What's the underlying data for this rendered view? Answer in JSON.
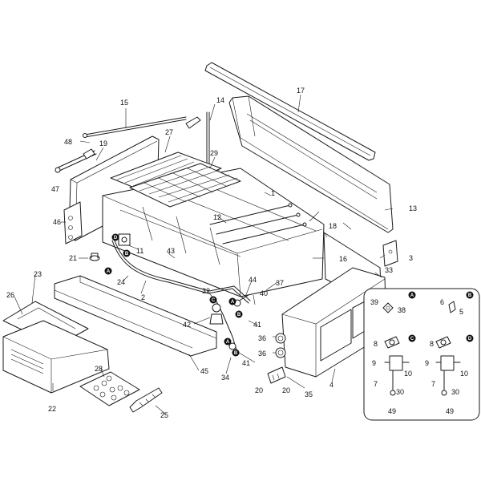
{
  "callouts": [
    {
      "id": "c1",
      "text": "1"
    },
    {
      "id": "c2",
      "text": "2"
    },
    {
      "id": "c3",
      "text": "3"
    },
    {
      "id": "c4",
      "text": "4"
    },
    {
      "id": "c5",
      "text": "5"
    },
    {
      "id": "c6",
      "text": "6"
    },
    {
      "id": "c7",
      "text": "7"
    },
    {
      "id": "c7b",
      "text": "7"
    },
    {
      "id": "c8",
      "text": "8"
    },
    {
      "id": "c8b",
      "text": "8"
    },
    {
      "id": "c9",
      "text": "9"
    },
    {
      "id": "c9b",
      "text": "9"
    },
    {
      "id": "c10",
      "text": "10"
    },
    {
      "id": "c10b",
      "text": "10"
    },
    {
      "id": "c11",
      "text": "11"
    },
    {
      "id": "c12",
      "text": "12"
    },
    {
      "id": "c13",
      "text": "13"
    },
    {
      "id": "c14",
      "text": "14"
    },
    {
      "id": "c15",
      "text": "15"
    },
    {
      "id": "c16",
      "text": "16"
    },
    {
      "id": "c17",
      "text": "17"
    },
    {
      "id": "c18",
      "text": "18"
    },
    {
      "id": "c19",
      "text": "19"
    },
    {
      "id": "c20a",
      "text": "20"
    },
    {
      "id": "c20b",
      "text": "20"
    },
    {
      "id": "c21",
      "text": "21"
    },
    {
      "id": "c22",
      "text": "22"
    },
    {
      "id": "c23",
      "text": "23"
    },
    {
      "id": "c24",
      "text": "24"
    },
    {
      "id": "c25",
      "text": "25"
    },
    {
      "id": "c26",
      "text": "26"
    },
    {
      "id": "c27",
      "text": "27"
    },
    {
      "id": "c28",
      "text": "28"
    },
    {
      "id": "c29",
      "text": "29"
    },
    {
      "id": "c30",
      "text": "30"
    },
    {
      "id": "c30b",
      "text": "30"
    },
    {
      "id": "c32",
      "text": "32"
    },
    {
      "id": "c33",
      "text": "33"
    },
    {
      "id": "c34",
      "text": "34"
    },
    {
      "id": "c35",
      "text": "35"
    },
    {
      "id": "c36a",
      "text": "36"
    },
    {
      "id": "c36b",
      "text": "36"
    },
    {
      "id": "c37",
      "text": "37"
    },
    {
      "id": "c38",
      "text": "38"
    },
    {
      "id": "c39",
      "text": "39"
    },
    {
      "id": "c40",
      "text": "40"
    },
    {
      "id": "c41a",
      "text": "41"
    },
    {
      "id": "c41b",
      "text": "41"
    },
    {
      "id": "c42",
      "text": "42"
    },
    {
      "id": "c43",
      "text": "43"
    },
    {
      "id": "c44",
      "text": "44"
    },
    {
      "id": "c45",
      "text": "45"
    },
    {
      "id": "c46",
      "text": "46"
    },
    {
      "id": "c47",
      "text": "47"
    },
    {
      "id": "c48",
      "text": "48"
    },
    {
      "id": "c49a",
      "text": "49"
    },
    {
      "id": "c49b",
      "text": "49"
    }
  ],
  "markers": [
    {
      "id": "mA1",
      "text": "A"
    },
    {
      "id": "mA2",
      "text": "A"
    },
    {
      "id": "mA3",
      "text": "A"
    },
    {
      "id": "mB1",
      "text": "B"
    },
    {
      "id": "mB2",
      "text": "B"
    },
    {
      "id": "mB3",
      "text": "B"
    },
    {
      "id": "mC1",
      "text": "C"
    },
    {
      "id": "mD1",
      "text": "D"
    },
    {
      "id": "dA",
      "text": "A"
    },
    {
      "id": "dB",
      "text": "B"
    },
    {
      "id": "dC",
      "text": "C"
    },
    {
      "id": "dD",
      "text": "D"
    }
  ]
}
